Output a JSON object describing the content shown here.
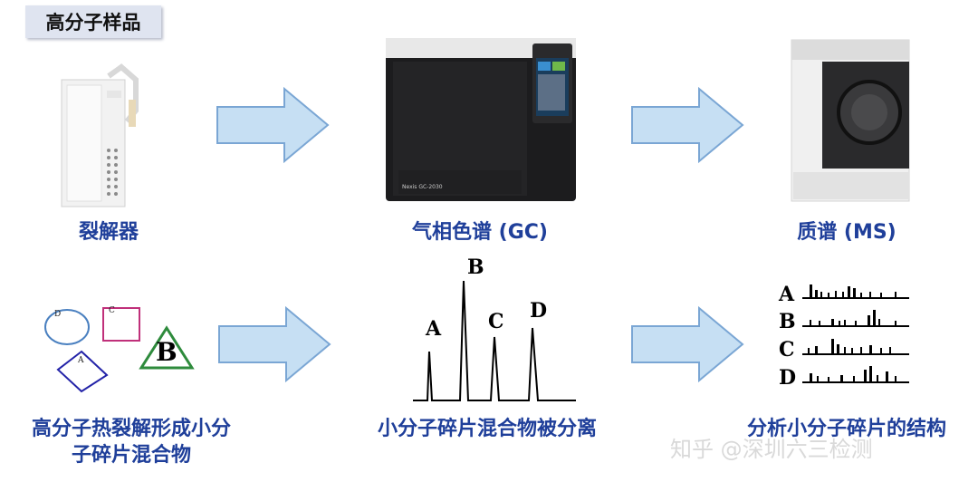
{
  "header": {
    "title": "高分子样品"
  },
  "top_row": {
    "pyrolyzer_caption": "裂解器",
    "gc_caption": "气相色谱 (GC)",
    "ms_caption": "质谱 (MS)"
  },
  "bottom_row": {
    "step1_caption": [
      "高分子热裂解形成小分",
      "子碎片混合物"
    ],
    "step2_caption": "小分子碎片混合物被分离",
    "step3_caption": "分析小分子碎片的结构"
  },
  "fragments": {
    "circle_label": "D",
    "square_label": "C",
    "diamond_label": "A",
    "triangle_label": "B"
  },
  "chromatogram": {
    "peaks": [
      {
        "label": "A"
      },
      {
        "label": "B"
      },
      {
        "label": "C"
      },
      {
        "label": "D"
      }
    ]
  },
  "mass_spectra": {
    "rows": [
      {
        "label": "A"
      },
      {
        "label": "B"
      },
      {
        "label": "C"
      },
      {
        "label": "D"
      }
    ]
  },
  "watermark": "知乎 @深圳六三检测",
  "colors": {
    "arrow_fill": "#c6dff3",
    "arrow_stroke": "#7aa6d4",
    "caption": "#1f3f9a",
    "circle": "#4a80c0",
    "square": "#c0307a",
    "diamond": "#2323a8",
    "triangle": "#2e8b3c"
  }
}
